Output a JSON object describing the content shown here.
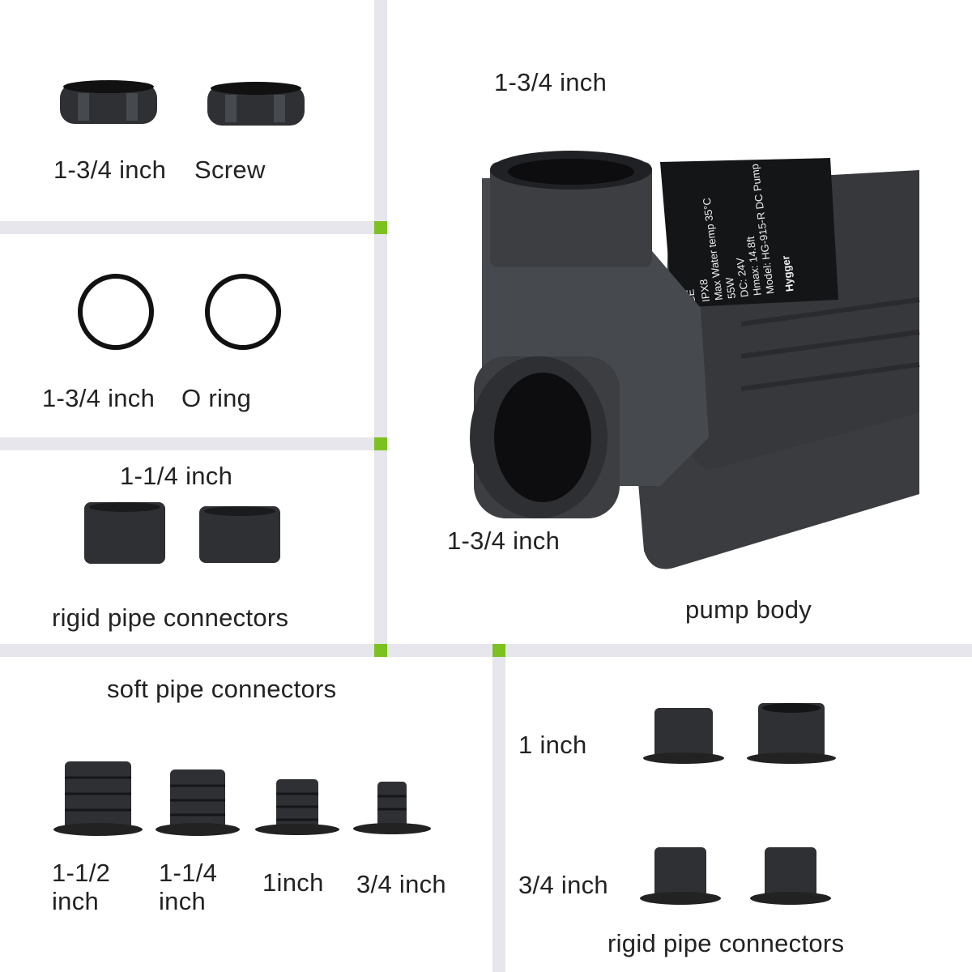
{
  "brand_text": "Hygger",
  "pump_label_text": [
    "Model: HG-915-R DC Pump",
    "Hmax: 14.8ft",
    "DC: 24V",
    "55W",
    "Max Water temp 35°C",
    "IPX8",
    "CE"
  ],
  "labels": {
    "screw_size": "1-3/4 inch",
    "screw": "Screw",
    "oring_size": "1-3/4 inch",
    "oring": "O ring",
    "rigid_top_size": "1-1/4 inch",
    "rigid_top": "rigid pipe connectors",
    "pump_top_port": "1-3/4 inch",
    "pump_side_port": "1-3/4 inch",
    "pump_body": "pump body",
    "soft_title": "soft pipe connectors",
    "soft_sizes": [
      [
        "1-1/2",
        "inch"
      ],
      [
        "1-1/4",
        "inch"
      ],
      [
        "1inch",
        ""
      ],
      [
        "3/4 inch",
        ""
      ]
    ],
    "rigid_bottom_1": "1 inch",
    "rigid_bottom_34": "3/4 inch",
    "rigid_bottom": "rigid pipe connectors"
  },
  "colors": {
    "divider": "#e6e6ec",
    "accent": "#7cc121",
    "part": "#2e3034"
  }
}
